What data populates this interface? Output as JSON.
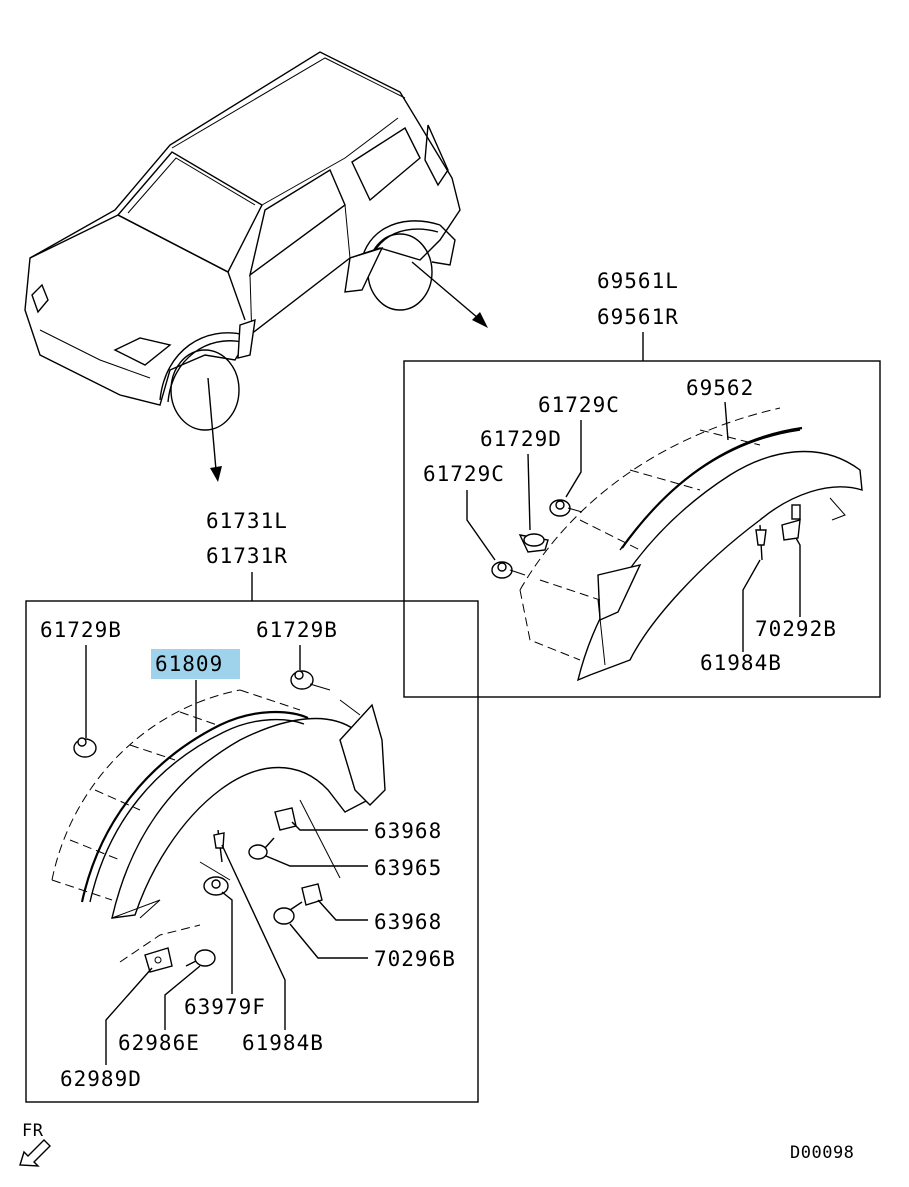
{
  "labels": {
    "rear_parent_l": "69561L",
    "rear_parent_r": "69561R",
    "rear_molding": "69562",
    "rear_clip_c_top": "61729C",
    "rear_clip_d": "61729D",
    "rear_clip_c_left": "61729C",
    "rear_clip_b": "70292B",
    "rear_rivet": "61984B",
    "front_parent_l": "61731L",
    "front_parent_r": "61731R",
    "front_clip_b_left": "61729B",
    "front_clip_b_right": "61729B",
    "front_molding": "61809",
    "front_clip_63968_a": "63968",
    "front_screw_63965": "63965",
    "front_clip_63968_b": "63968",
    "front_bolt_70296b": "70296B",
    "front_clip_63979f": "63979F",
    "front_rivet_61984b": "61984B",
    "front_screw_62986e": "62986E",
    "front_nut_62989d": "62989D",
    "fr_direction": "FR",
    "diagram_code": "D00098"
  },
  "highlight_color": "#9fd3ec"
}
